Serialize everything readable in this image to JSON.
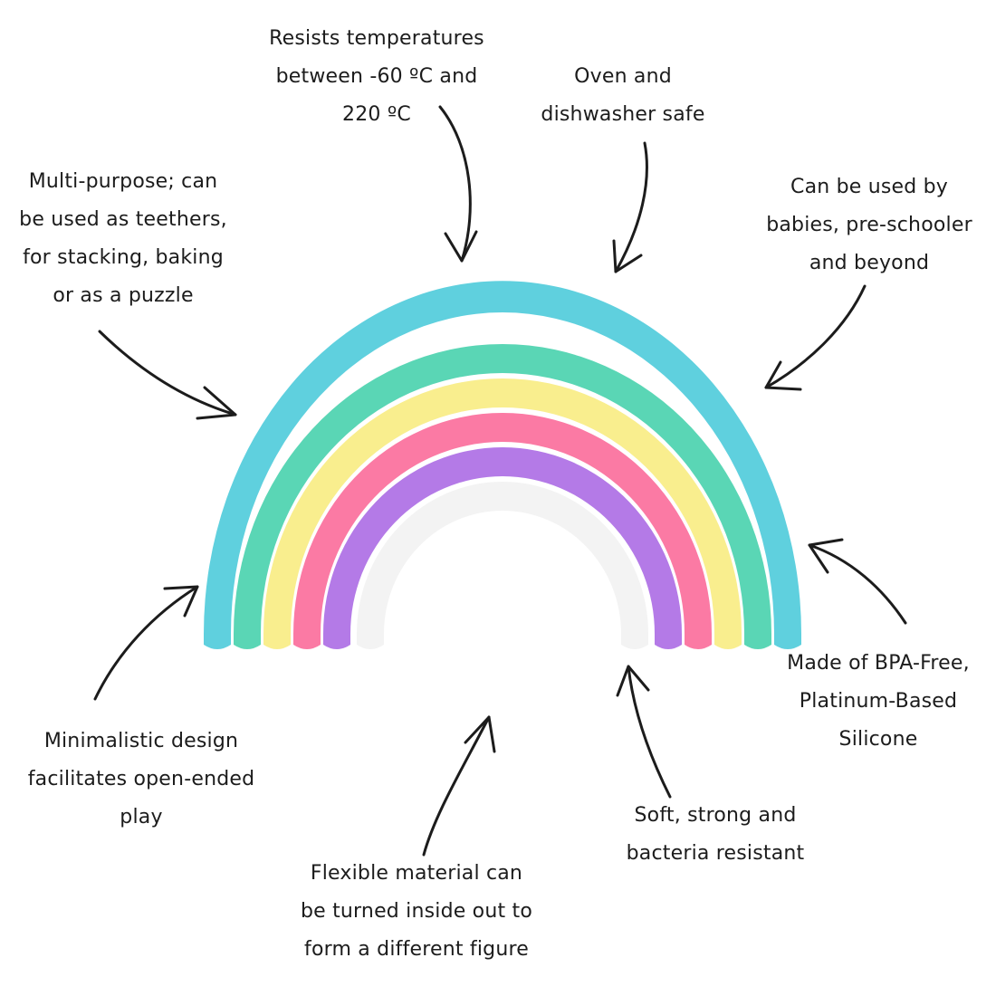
{
  "colors": {
    "background": "#ffffff",
    "arc_blue": "#5fd0de",
    "arc_mint": "#5ad6b5",
    "arc_yellow": "#f9ee8e",
    "arc_pink": "#fb7aa4",
    "arc_purple": "#b47ae7",
    "arc_white": "#f3f3f3",
    "arrow": "#1c1c1c",
    "text": "#1c1c1c"
  },
  "captions": {
    "temperatures": [
      "Resists temperatures",
      "between -60 ºC and",
      "220 ºC"
    ],
    "oven": [
      "Oven and",
      "dishwasher safe"
    ],
    "multipurpose": [
      "Multi-purpose; can",
      "be used as teethers,",
      "for stacking, baking",
      "or as a puzzle"
    ],
    "ages": [
      "Can be used by",
      "babies, pre-schooler",
      "and beyond"
    ],
    "bpa": [
      "Made of BPA-Free,",
      "Platinum-Based",
      "Silicone"
    ],
    "minimalistic": [
      "Minimalistic design",
      "facilitates open-ended",
      "play"
    ],
    "soft": [
      "Soft, strong and",
      "bacteria resistant"
    ],
    "flexible": [
      "Flexible material can",
      "be turned inside out to",
      "form a different figure"
    ]
  }
}
